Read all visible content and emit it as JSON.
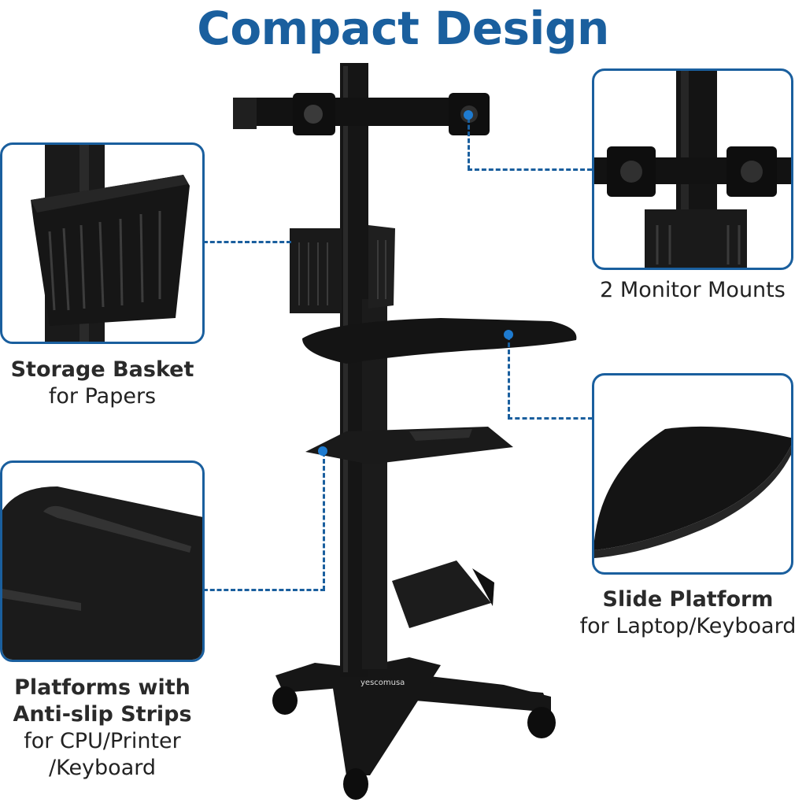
{
  "header": {
    "title": "Compact Design"
  },
  "callouts": {
    "storage_basket": {
      "title": "Storage Basket",
      "subtitle": "for Papers"
    },
    "monitor_mounts": {
      "title": "2 Monitor Mounts"
    },
    "platforms": {
      "title_line1": "Platforms with",
      "title_line2": "Anti-slip Strips",
      "subtitle_line1": "for CPU/Printer",
      "subtitle_line2": "/Keyboard"
    },
    "slide_platform": {
      "title": "Slide Platform",
      "subtitle": "for Laptop/Keyboard"
    }
  },
  "product": {
    "brand_mark": "yescomusa"
  },
  "colors": {
    "accent": "#1a5f9e",
    "dot": "#1e7bd0",
    "product": "#141414"
  }
}
